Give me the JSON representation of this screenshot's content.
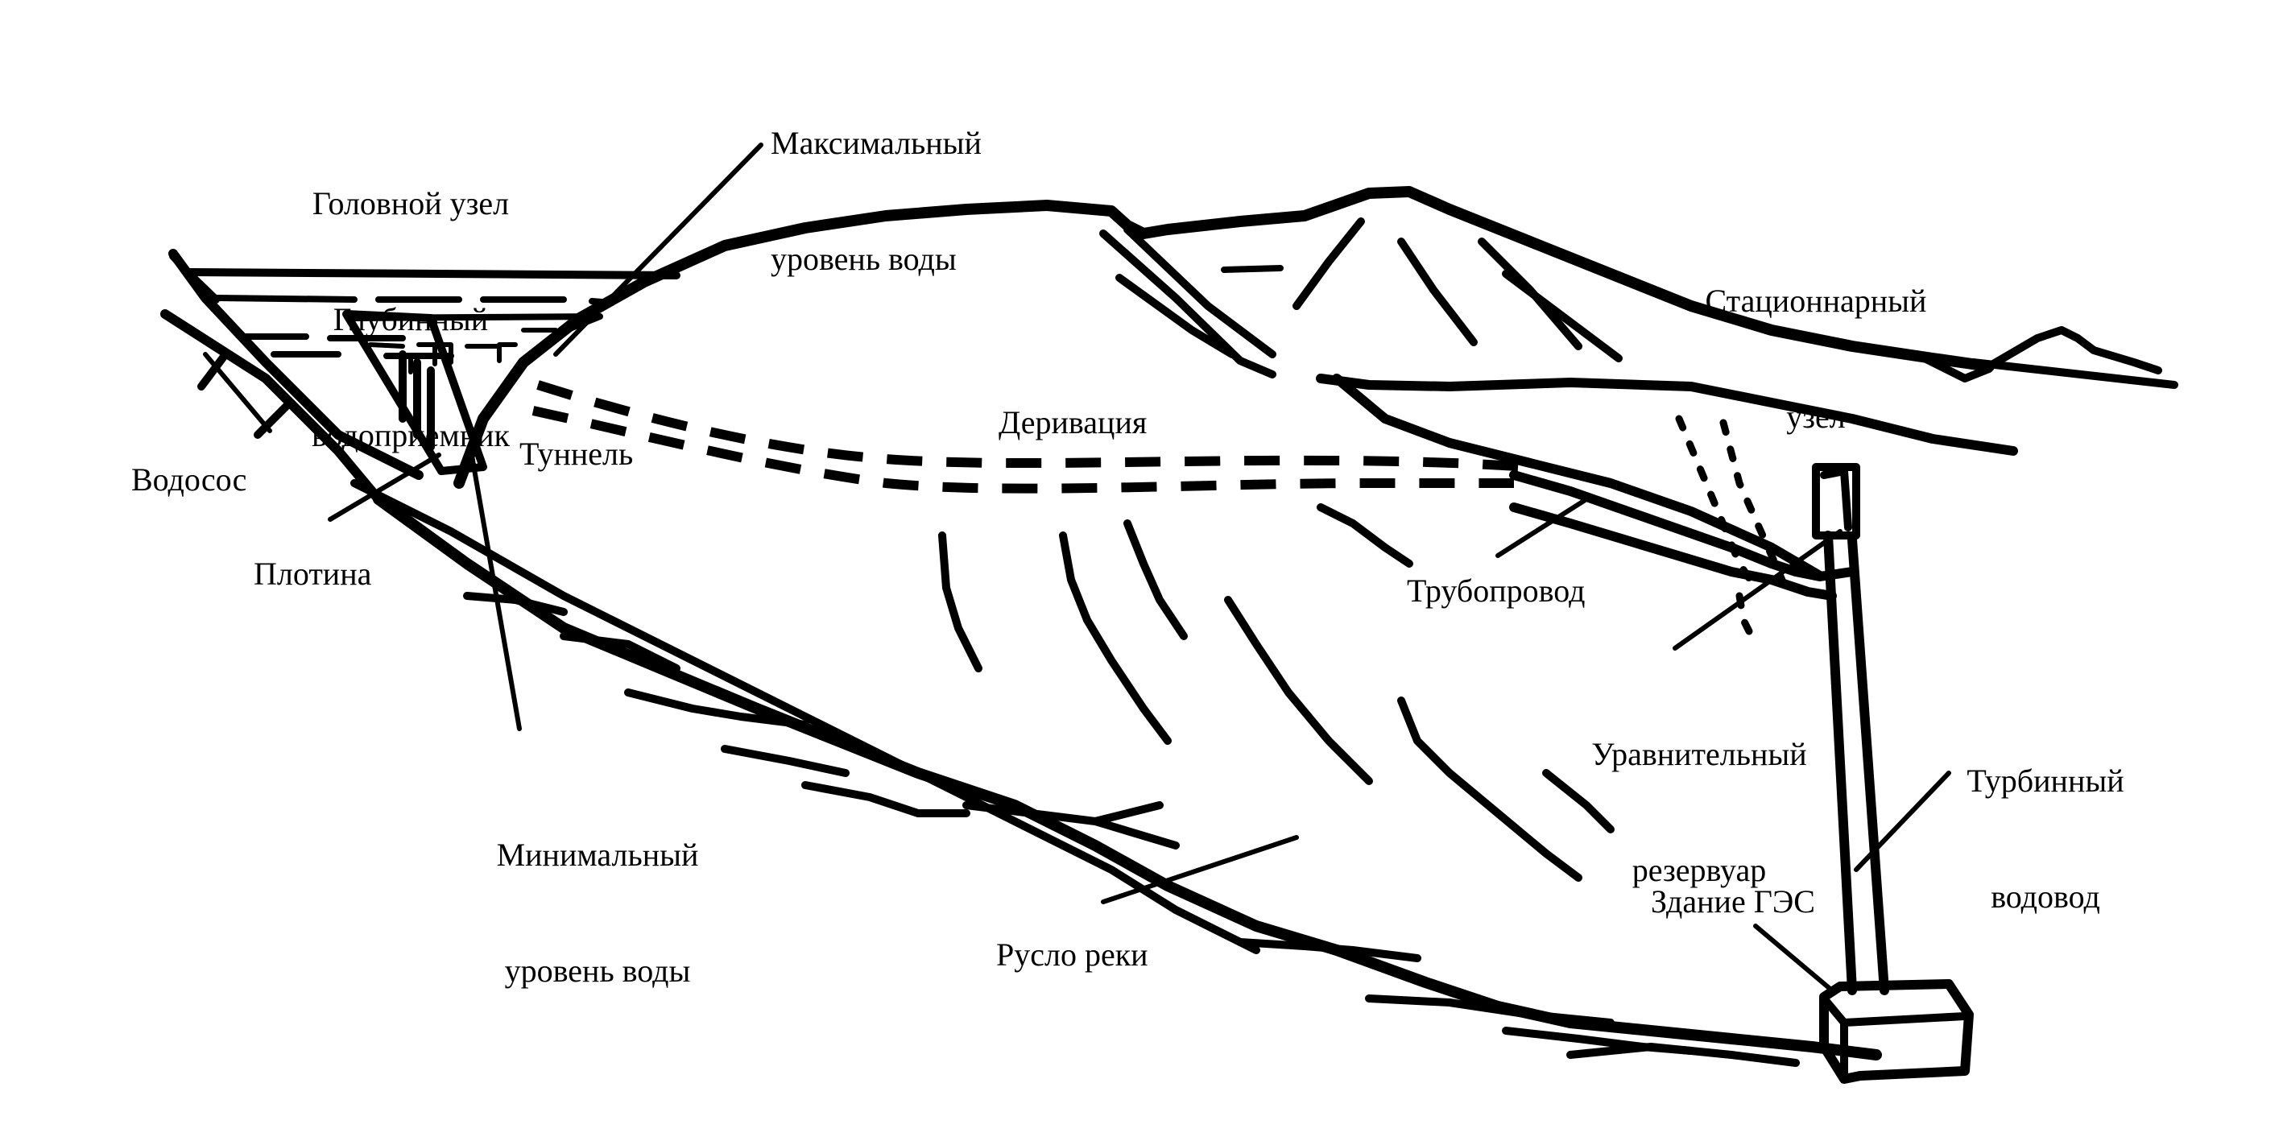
{
  "labels": {
    "head_node_line1": "Головной узел",
    "head_node_line2": "Глубинный",
    "head_node_line3": "водоприемник",
    "max_water_line1": "Максимальный",
    "max_water_line2": "уровень воды",
    "vodosos": "Водосос",
    "tunnel": "Туннель",
    "dam": "Плотина",
    "derivation": "Деривация",
    "stationary_line1": "Стационнарный",
    "stationary_line2": "узел",
    "pipeline": "Трубопровод",
    "surge_tank_line1": "Уравнительный",
    "surge_tank_line2": "резервуар",
    "turbine_line1": "Турбинный",
    "turbine_line2": "водовод",
    "min_water_line1": "Минимальный",
    "min_water_line2": "уровень воды",
    "powerhouse": "Здание ГЭС",
    "riverbed": "Русло реки"
  }
}
